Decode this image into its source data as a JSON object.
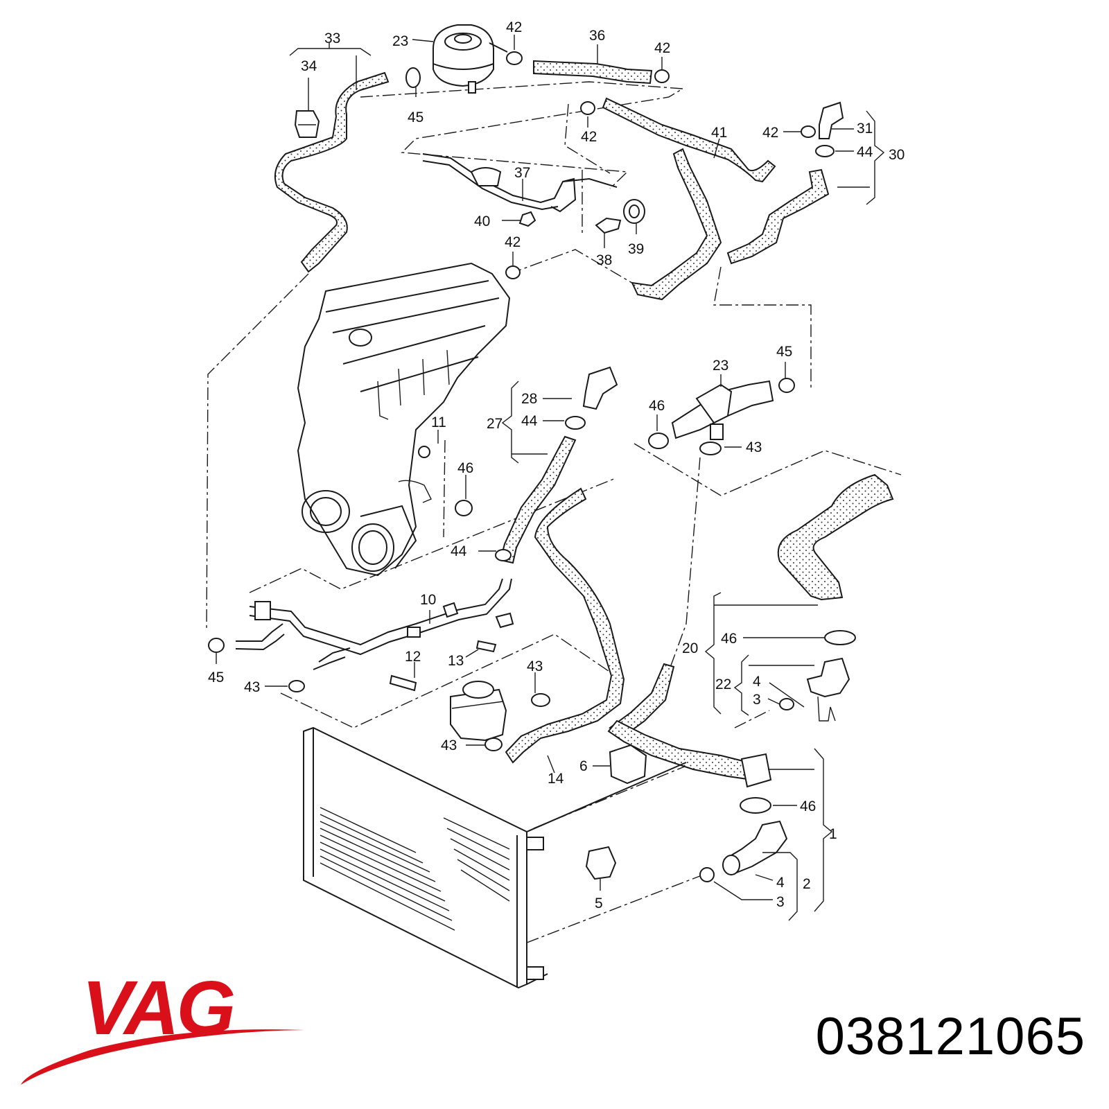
{
  "diagram": {
    "labels": [
      "33",
      "34",
      "23",
      "42",
      "36",
      "42",
      "45",
      "42",
      "41",
      "42",
      "31",
      "44",
      "30",
      "37",
      "40",
      "38",
      "39",
      "42",
      "23",
      "45",
      "46",
      "43",
      "28",
      "27",
      "44",
      "11",
      "46",
      "44",
      "10",
      "45",
      "43",
      "12",
      "13",
      "43",
      "20",
      "46",
      "22",
      "4",
      "3",
      "43",
      "6",
      "14",
      "46",
      "1",
      "2",
      "4",
      "3",
      "5"
    ]
  },
  "brand": {
    "logo_text": "VAG",
    "color": "#d9101a"
  },
  "part_number": "038121065"
}
